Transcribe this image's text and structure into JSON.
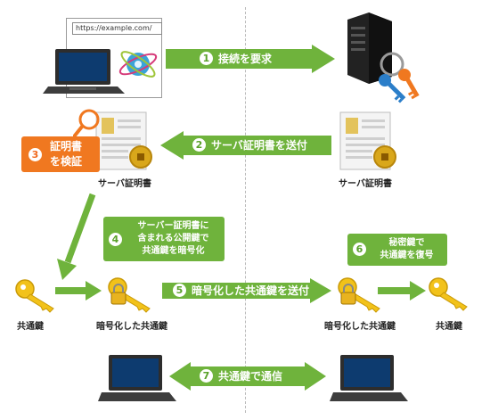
{
  "browser": {
    "url": "https://example.com/"
  },
  "steps": [
    {
      "num": "1",
      "label": "接続を要求"
    },
    {
      "num": "2",
      "label": "サーバ証明書を送付"
    },
    {
      "num": "3",
      "label_line1": "証明書",
      "label_line2": "を検証"
    },
    {
      "num": "4",
      "line1": "サーバー証明書に",
      "line2": "含まれる公開鍵で",
      "line3": "共通鍵を暗号化"
    },
    {
      "num": "5",
      "label": "暗号化した共通鍵を送付"
    },
    {
      "num": "6",
      "line1": "秘密鍵で",
      "line2": "共通鍵を復号"
    },
    {
      "num": "7",
      "label": "共通鍵で通信"
    }
  ],
  "captions": {
    "cert_client": "サーバ証明書",
    "cert_server": "サーバ証明書",
    "key_client": "共通鍵",
    "enc_key_client": "暗号化した共通鍵",
    "enc_key_server": "暗号化した共通鍵",
    "key_server": "共通鍵"
  },
  "colors": {
    "green": "#6fb33c",
    "orange": "#f07820",
    "key": "#f2c21a",
    "lock": "#e8b320"
  }
}
